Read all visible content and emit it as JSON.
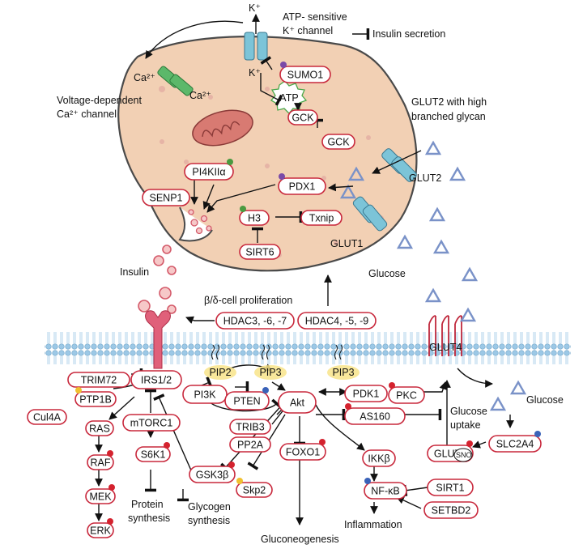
{
  "labels": {
    "k_plus_top": "K⁺",
    "k_plus_inner": "K⁺",
    "atp_channel": "ATP- sensitive",
    "atp_channel_2": "K⁺ channel",
    "insulin_secretion": "Insulin secretion",
    "ca_outside": "Ca²⁺",
    "ca_inside": "Ca²⁺",
    "vdcc_1": "Voltage-dependent",
    "vdcc_2": "Ca²⁺ channel",
    "glut2_glycan_1": "GLUT2 with high",
    "glut2_glycan_2": "branched glycan",
    "glut2": "GLUT2",
    "glut1": "GLUT1",
    "insulin": "Insulin",
    "glucose_top": "Glucose",
    "proliferation": "β/δ-cell proliferation",
    "glut4_membrane": "GLUT4",
    "glucose_right": "Glucose",
    "glucose_uptake_1": "Glucose",
    "glucose_uptake_2": "uptake",
    "protein_synthesis_1": "Protein",
    "protein_synthesis_2": "synthesis",
    "glycogen_synthesis_1": "Glycogen",
    "glycogen_synthesis_2": "synthesis",
    "gluconeogenesis": "Gluconeogenesis",
    "inflammation": "Inflammation",
    "sno": "SNO"
  },
  "nodes": {
    "sumo1": "SUMO1",
    "atp": "ATP",
    "gck_inner": "GCK",
    "gck_outer": "GCK",
    "pi4k": "PI4KIIα",
    "senp1": "SENP1",
    "pdx1": "PDX1",
    "h3": "H3",
    "txnip": "Txnip",
    "sirt6": "SIRT6",
    "hdac3": "HDAC3, -6, -7",
    "hdac4": "HDAC4, -5, -9",
    "trim72": "TRIM72",
    "irs": "IRS1/2",
    "ptp1b": "PTP1B",
    "cul4a": "Cul4A",
    "ras": "RAS",
    "raf": "RAF",
    "mek": "MEK",
    "erk": "ERK",
    "mtorc1": "mTORC1",
    "s6k1": "S6K1",
    "pi3k": "PI3K",
    "pip2": "PIP2",
    "pip3_a": "PIP3",
    "pip3_b": "PIP3",
    "pten": "PTEN",
    "akt": "Akt",
    "trib3": "TRIB3",
    "pp2a": "PP2A",
    "gsk3b": "GSK3β",
    "skp2": "Skp2",
    "foxo1": "FOXO1",
    "pdk1": "PDK1",
    "pkc": "PKC",
    "as160": "AS160",
    "ikkb": "IKKβ",
    "nfkb": "NF-κB",
    "sirt1": "SIRT1",
    "setbd2": "SETBD2",
    "glut4_box": "GLUT4",
    "slc2a4": "SLC2A4"
  },
  "colors": {
    "cell_fill": "#f2d0b4",
    "node_border": "#c8283c",
    "membrane": "#a8cfe8",
    "channel": "#7cc4d8",
    "glucose_triangle": "#7a92c8",
    "ca_channel": "#5cb86a",
    "mod_red": "#d4222e",
    "mod_yellow": "#f0c030",
    "mod_blue": "#3a62b8",
    "mod_purple": "#7a4aa8",
    "mod_green": "#4a9a40"
  }
}
